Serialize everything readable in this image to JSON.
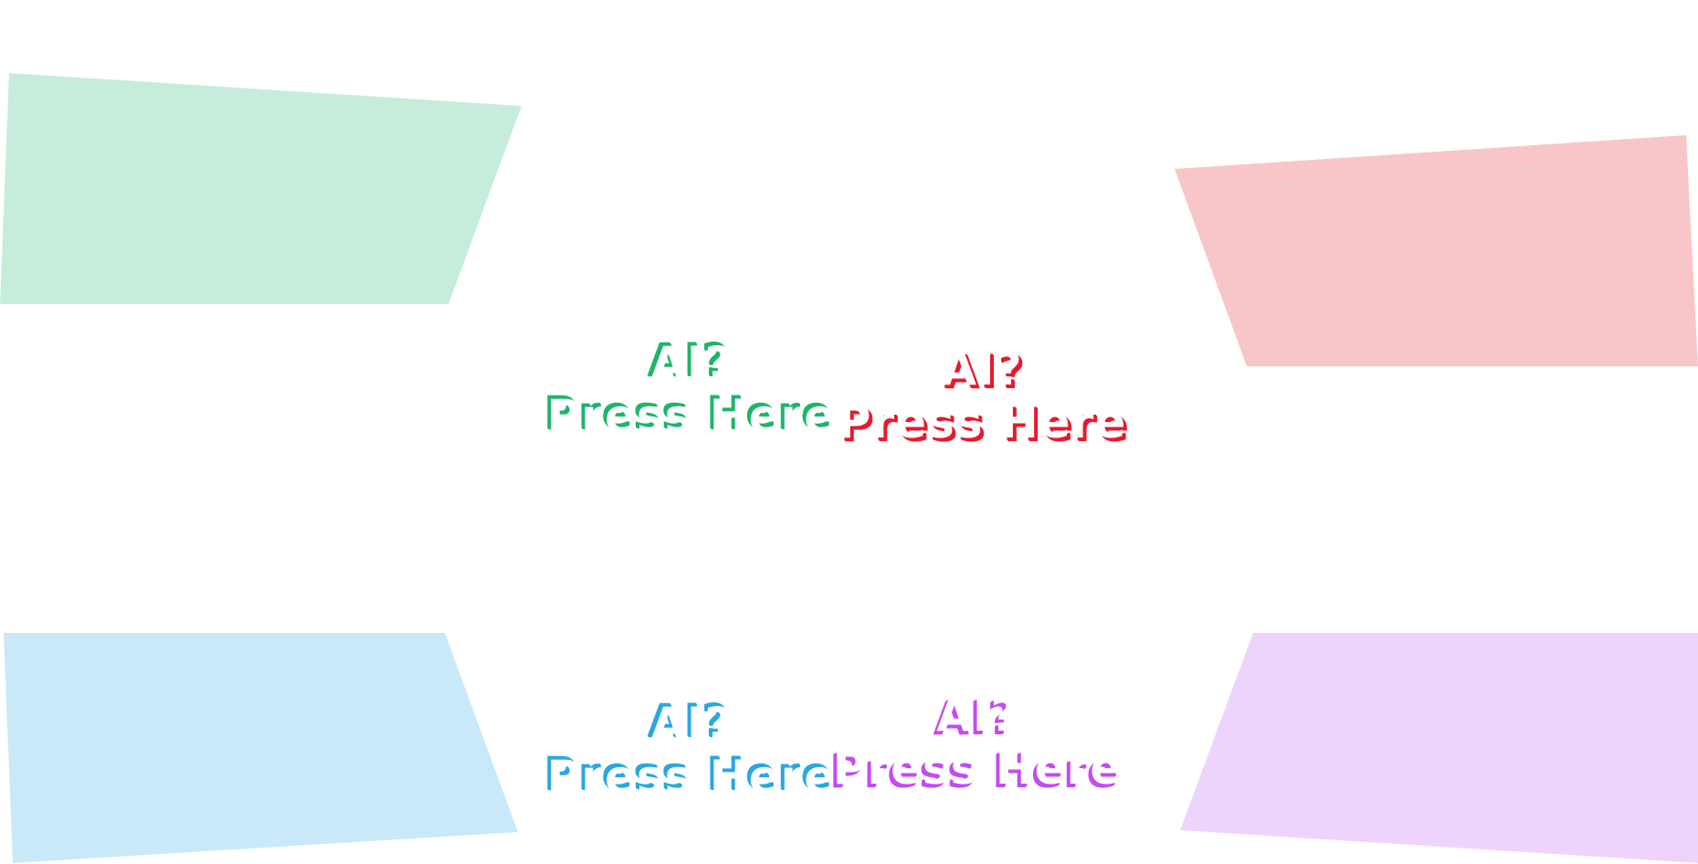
{
  "buttons": [
    {
      "id": "green",
      "line1": "AI?",
      "line2": "Press Here",
      "color": "#1db56a"
    },
    {
      "id": "red",
      "line1": "AI?",
      "line2": "Press Here",
      "color": "#e8192c"
    },
    {
      "id": "blue",
      "line1": "AI?",
      "line2": "Press Here",
      "color": "#29a8e0"
    },
    {
      "id": "purple",
      "line1": "AI?",
      "line2": "Press Here",
      "color": "#c24cf0"
    }
  ],
  "panels": [
    {
      "id": "green",
      "color": "#c6ecdc"
    },
    {
      "id": "red",
      "color": "#f8c6c8"
    },
    {
      "id": "blue",
      "color": "#c9e9f8"
    },
    {
      "id": "purple",
      "color": "#eed4fb"
    }
  ]
}
